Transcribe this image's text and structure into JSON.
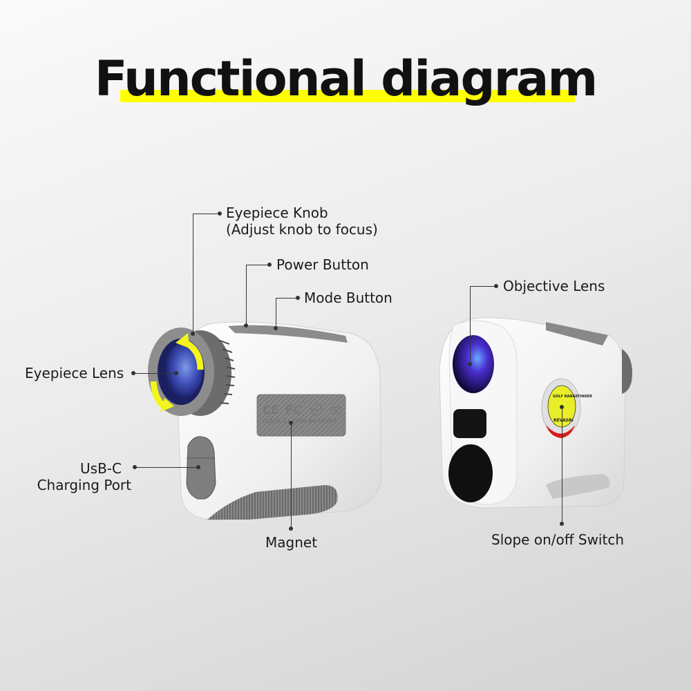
{
  "title": "Functional diagram",
  "colors": {
    "highlight": "#ffff00",
    "body_white": "#f2f2f2",
    "body_gray": "#7a7a7a",
    "lens_blue": "#3a40c8",
    "badge_yellow": "#e8ee2a",
    "badge_red": "#d81b1b",
    "rotation_arrow": "#f5f51e"
  },
  "left_device": {
    "labels": {
      "eyepiece_knob_line1": "Eyepiece Knob",
      "eyepiece_knob_line2": "(Adjust knob to focus)",
      "power_button": "Power Button",
      "mode_button": "Mode Button",
      "eyepiece_lens": "Eyepiece Lens",
      "usbc_line1": "UsB-C",
      "usbc_line2": "Charging Port",
      "magnet": "Magnet"
    },
    "certification_plate": {
      "marks": [
        "CE",
        "FC",
        "PSE",
        "WEEE"
      ],
      "text": "CLASS 1 LASER PRODUCT"
    }
  },
  "right_device": {
    "labels": {
      "objective_lens": "Objective Lens",
      "slope_switch": "Slope on/off Switch"
    },
    "badge": {
      "top_text": "GOLF RANGEFINDER",
      "bottom_text": "REVASRI"
    }
  }
}
